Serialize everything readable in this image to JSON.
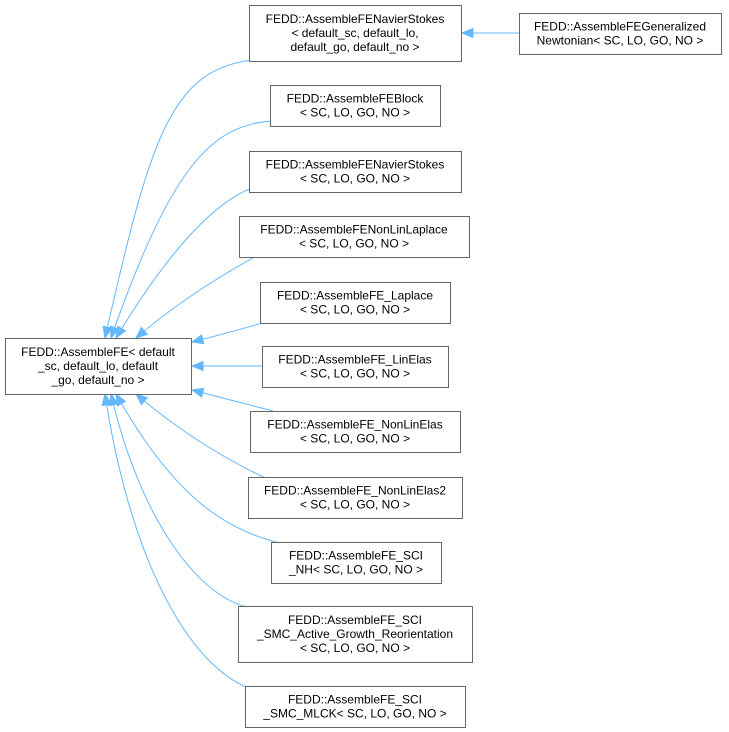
{
  "diagram": {
    "type": "inheritance-graph",
    "edge_color": "#63b8ff",
    "border_color": "#666666",
    "base": {
      "id": "base",
      "lines": [
        "FEDD::AssembleFE< default",
        "_sc, default_lo, default",
        "_go, default_no >"
      ]
    },
    "derived": [
      {
        "id": "navier_default",
        "lines": [
          "FEDD::AssembleFENavierStokes",
          "< default_sc, default_lo,",
          "default_go, default_no >"
        ]
      },
      {
        "id": "block",
        "lines": [
          "FEDD::AssembleFEBlock",
          "< SC, LO, GO, NO >"
        ]
      },
      {
        "id": "navier",
        "lines": [
          "FEDD::AssembleFENavierStokes",
          "< SC, LO, GO, NO >"
        ]
      },
      {
        "id": "nonlin_laplace",
        "lines": [
          "FEDD::AssembleFENonLinLaplace",
          "< SC, LO, GO, NO >"
        ]
      },
      {
        "id": "laplace",
        "lines": [
          "FEDD::AssembleFE_Laplace",
          "< SC, LO, GO, NO >"
        ]
      },
      {
        "id": "linelas",
        "lines": [
          "FEDD::AssembleFE_LinElas",
          "< SC, LO, GO, NO >"
        ]
      },
      {
        "id": "nonlinelas",
        "lines": [
          "FEDD::AssembleFE_NonLinElas",
          "< SC, LO, GO, NO >"
        ]
      },
      {
        "id": "nonlinelas2",
        "lines": [
          "FEDD::AssembleFE_NonLinElas2",
          "< SC, LO, GO, NO >"
        ]
      },
      {
        "id": "sci_nh",
        "lines": [
          "FEDD::AssembleFE_SCI",
          "_NH< SC, LO, GO, NO >"
        ]
      },
      {
        "id": "sci_smc_agr",
        "lines": [
          "FEDD::AssembleFE_SCI",
          "_SMC_Active_Growth_Reorientation",
          "< SC, LO, GO, NO >"
        ]
      },
      {
        "id": "sci_smc_mlck",
        "lines": [
          "FEDD::AssembleFE_SCI",
          "_SMC_MLCK< SC, LO, GO, NO >"
        ]
      }
    ],
    "second_level": {
      "id": "generalized",
      "parent": "navier_default",
      "lines": [
        "FEDD::AssembleFEGeneralized",
        "Newtonian< SC, LO, GO, NO >"
      ]
    }
  }
}
